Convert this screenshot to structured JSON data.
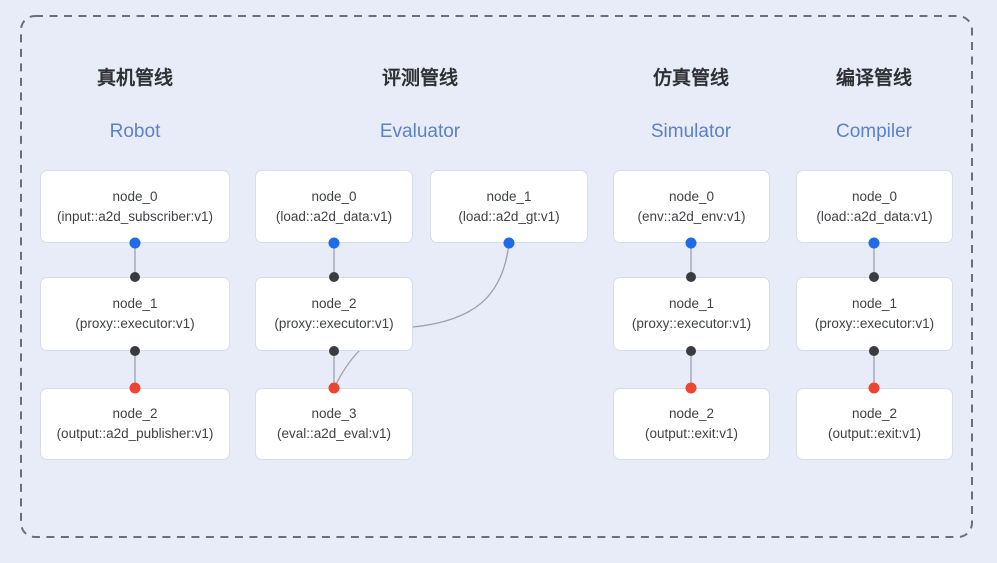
{
  "pipelines": [
    {
      "title_zh": "真机管线",
      "subtitle_en": "Robot",
      "nodes": [
        {
          "name": "node_0",
          "type": "(input::a2d_subscriber:v1)"
        },
        {
          "name": "node_1",
          "type": "(proxy::executor:v1)"
        },
        {
          "name": "node_2",
          "type": "(output::a2d_publisher:v1)"
        }
      ],
      "edges": [
        [
          "node_0",
          "node_1"
        ],
        [
          "node_1",
          "node_2"
        ]
      ]
    },
    {
      "title_zh": "评测管线",
      "subtitle_en": "Evaluator",
      "nodes": [
        {
          "name": "node_0",
          "type": "(load::a2d_data:v1)"
        },
        {
          "name": "node_1",
          "type": "(load::a2d_gt:v1)"
        },
        {
          "name": "node_2",
          "type": "(proxy::executor:v1)"
        },
        {
          "name": "node_3",
          "type": "(eval::a2d_eval:v1)"
        }
      ],
      "edges": [
        [
          "node_0",
          "node_2"
        ],
        [
          "node_1",
          "node_3"
        ],
        [
          "node_2",
          "node_3"
        ]
      ]
    },
    {
      "title_zh": "仿真管线",
      "subtitle_en": "Simulator",
      "nodes": [
        {
          "name": "node_0",
          "type": "(env::a2d_env:v1)"
        },
        {
          "name": "node_1",
          "type": "(proxy::executor:v1)"
        },
        {
          "name": "node_2",
          "type": "(output::exit:v1)"
        }
      ],
      "edges": [
        [
          "node_0",
          "node_1"
        ],
        [
          "node_1",
          "node_2"
        ]
      ]
    },
    {
      "title_zh": "编译管线",
      "subtitle_en": "Compiler",
      "nodes": [
        {
          "name": "node_0",
          "type": "(load::a2d_data:v1)"
        },
        {
          "name": "node_1",
          "type": "(proxy::executor:v1)"
        },
        {
          "name": "node_2",
          "type": "(output::exit:v1)"
        }
      ],
      "edges": [
        [
          "node_0",
          "node_1"
        ],
        [
          "node_1",
          "node_2"
        ]
      ]
    }
  ],
  "colors": {
    "background": "#e7ecf8",
    "dashed_border": "#6b6f78",
    "node_background": "#ffffff",
    "node_border": "#d8dce4",
    "node_text": "#404247",
    "title_text": "#2f3136",
    "subtitle_text": "#5b82c8",
    "connector": "#9aa1ae",
    "source_port": "#1f6be8",
    "intermediate_port": "#3a3b40",
    "sink_port": "#ee4532"
  }
}
